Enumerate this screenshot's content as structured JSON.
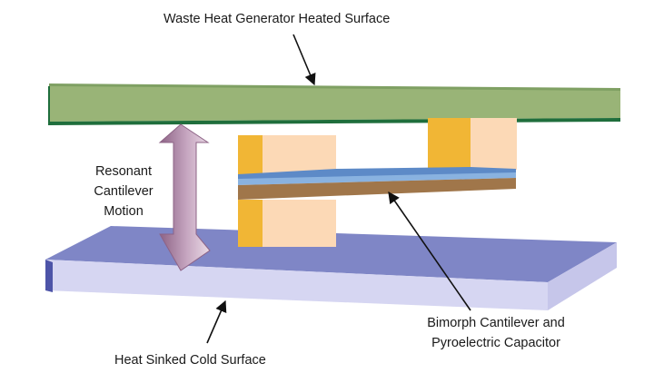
{
  "labels": {
    "top_surface": "Waste Heat Generator Heated Surface",
    "motion_line1": "Resonant",
    "motion_line2": "Cantilever",
    "motion_line3": "Motion",
    "bimorph_line1": "Bimorph Cantilever and",
    "bimorph_line2": "Pyroelectric Capacitor",
    "cold_surface": "Heat Sinked Cold Surface"
  },
  "colors": {
    "hot_surface": "#99b477",
    "hot_surface_edge": "#1f6e3c",
    "cold_surface_top": "#7f86c6",
    "cold_surface_front": "#d6d6f2",
    "block_side": "#f1b635",
    "block_front": "#fcd9b6",
    "cantilever_top": "#7ca8d8",
    "cantilever_bottom": "#a0764a",
    "motion_arrow": "#a07898"
  }
}
